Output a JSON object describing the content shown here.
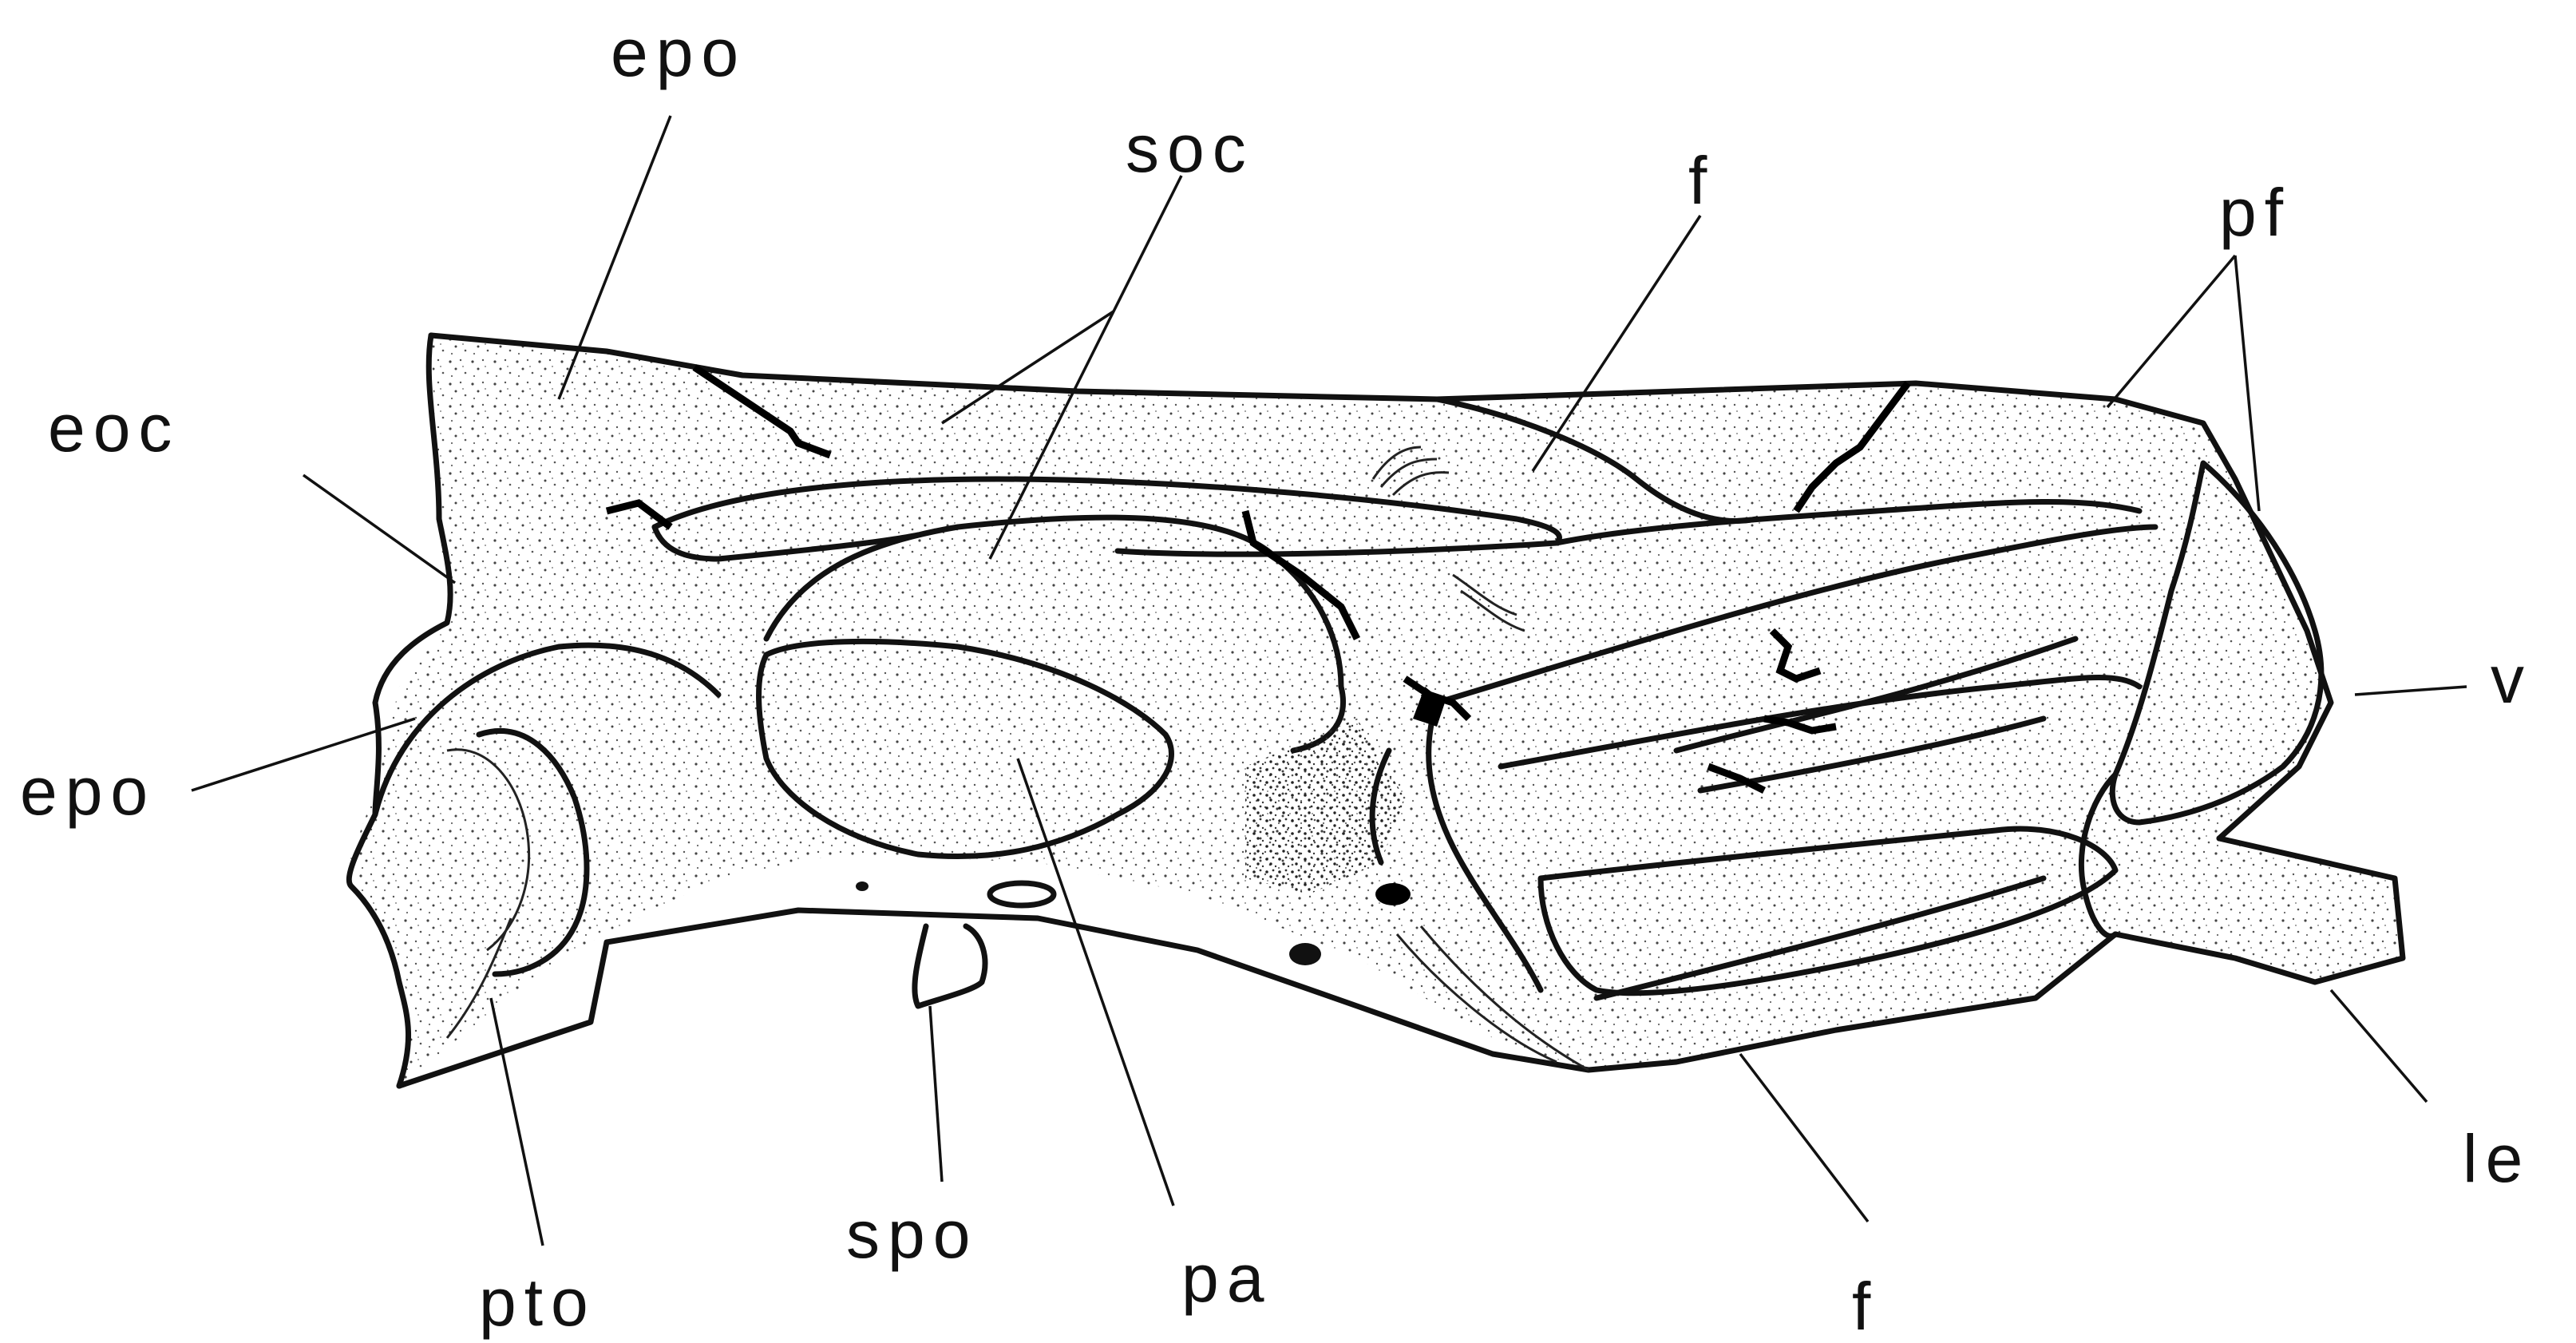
{
  "labels": {
    "epo_top": "epo",
    "soc": "soc",
    "f_top": "f",
    "pf": "pf",
    "eoc": "eoc",
    "epo_left": "epo",
    "v": "v",
    "le": "le",
    "pto": "pto",
    "spo": "spo",
    "pa": "pa",
    "f_bottom": "f"
  }
}
